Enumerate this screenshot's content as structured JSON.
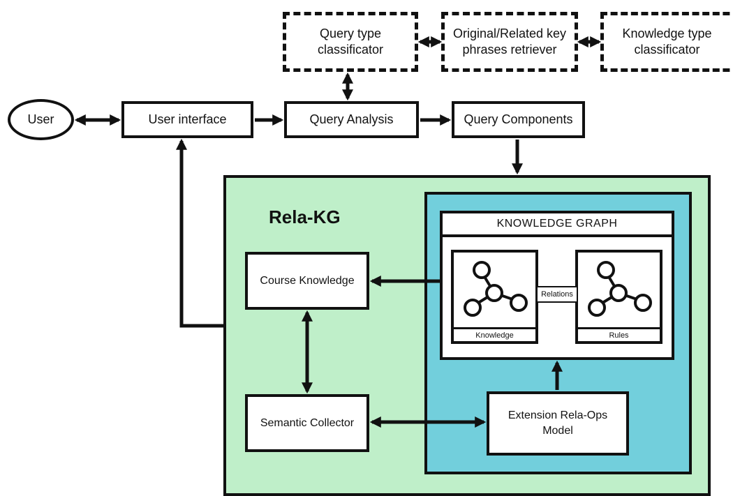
{
  "nodes": {
    "user": "User",
    "user_interface": "User interface",
    "query_analysis": "Query Analysis",
    "query_components": "Query Components",
    "query_type_classificator": "Query type\nclassificator",
    "key_phrases_retriever": "Original/Related key\nphrases retriever",
    "knowledge_type_classificator": "Knowledge type\nclassificator",
    "course_knowledge": "Course Knowledge",
    "semantic_collector": "Semantic Collector",
    "extension_model": "Extension Rela-Ops\nModel"
  },
  "rela_kg": {
    "title": "Rela-KG"
  },
  "knowledge_graph": {
    "header": "KNOWLEDGE GRAPH",
    "cards": [
      {
        "label": "Knowledge",
        "icon": "graph-nodes-icon"
      },
      {
        "label": "Rules",
        "icon": "graph-nodes-icon"
      }
    ],
    "relations_label": "Relations"
  },
  "colors": {
    "green_container": "#bfefc9",
    "blue_container": "#72cfdc",
    "stroke": "#111111"
  }
}
